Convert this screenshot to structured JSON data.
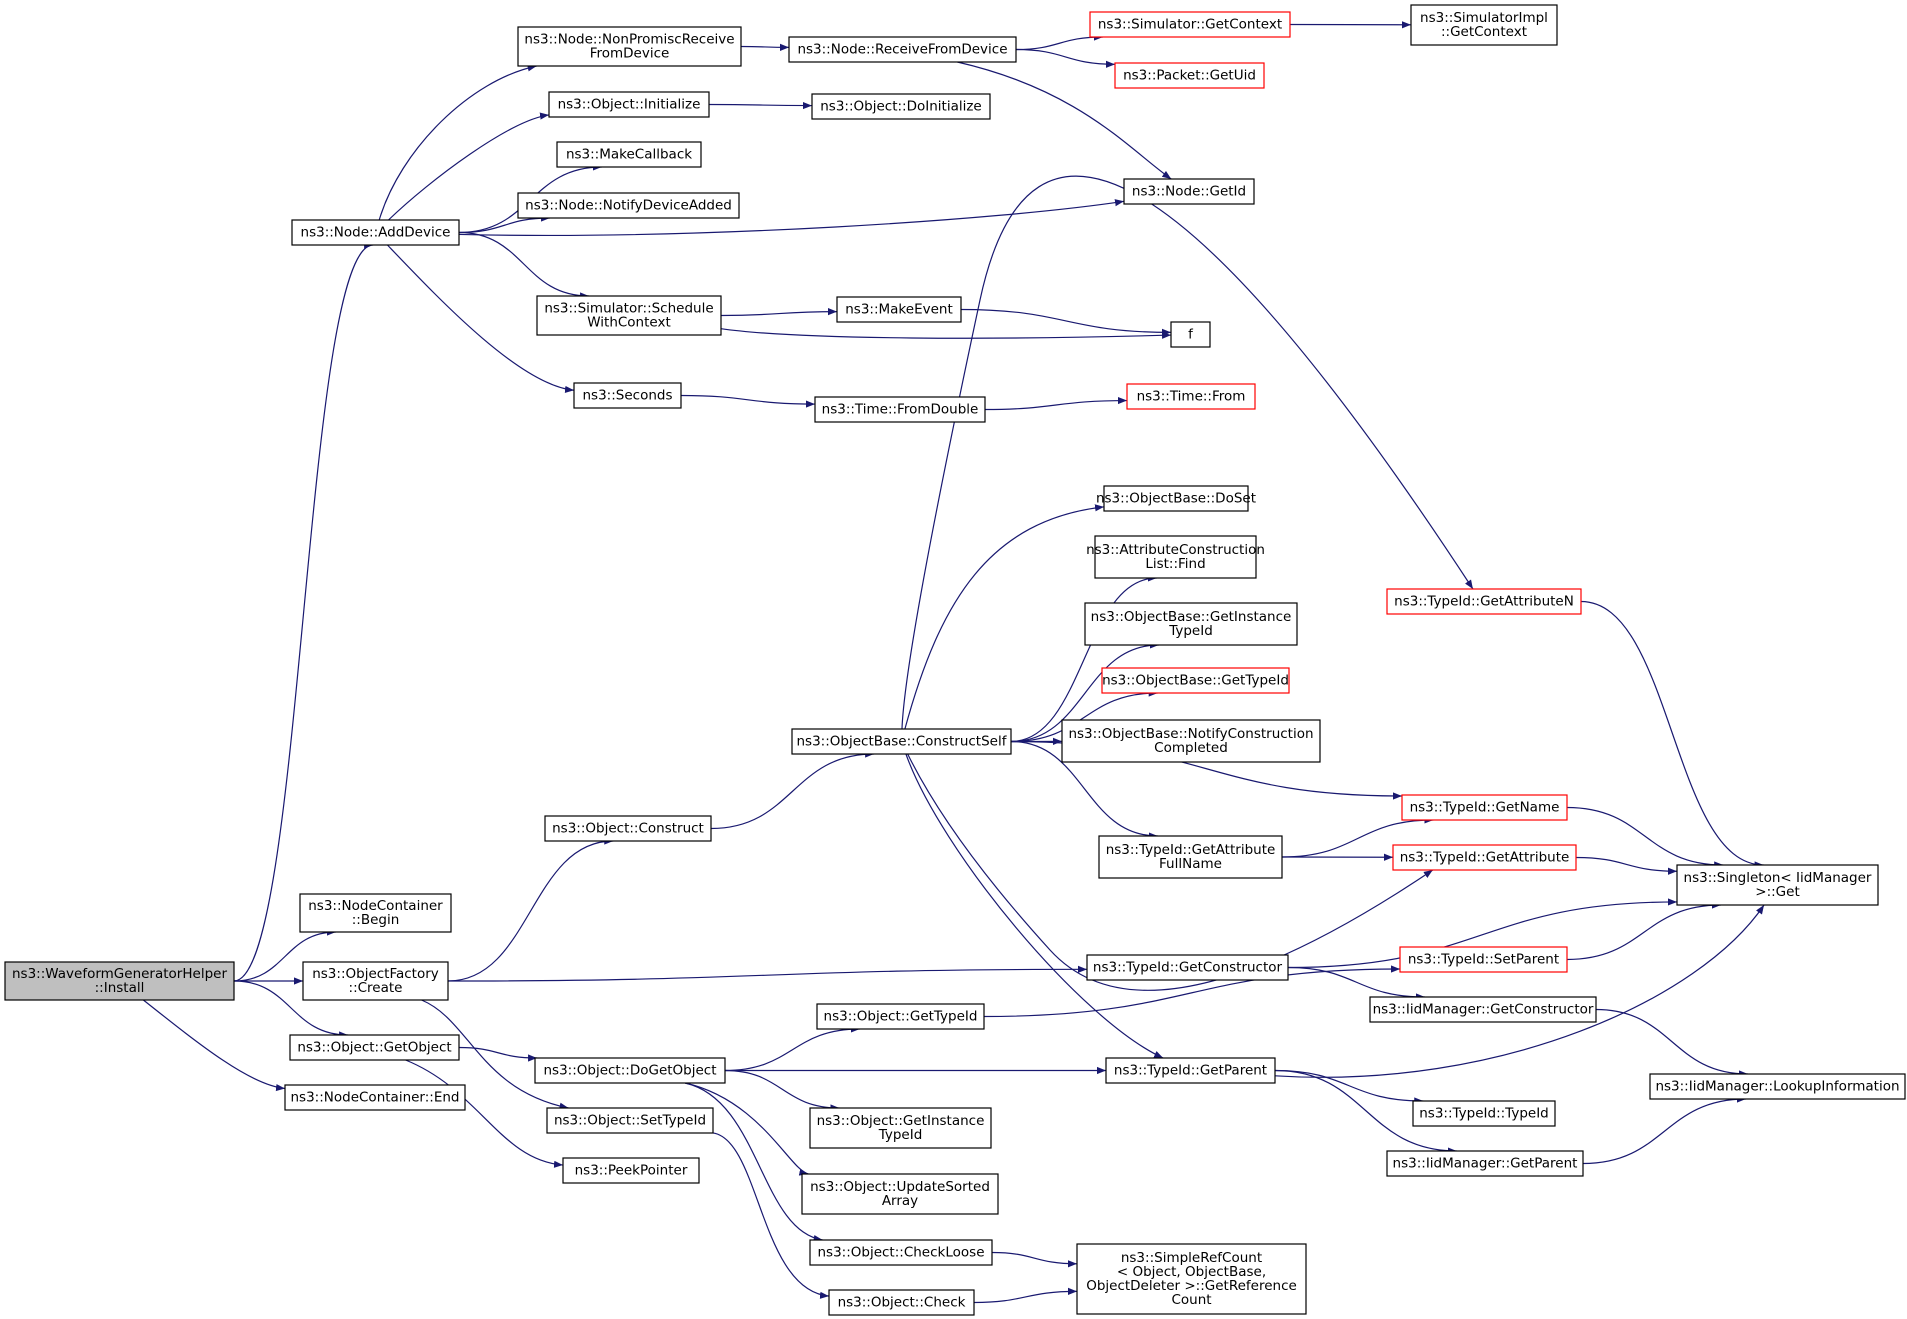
{
  "colors": {
    "edge": "#191970",
    "node_border": "#000000",
    "truncated_node_border": "#ff0000",
    "root_fill": "#bfbfbf"
  },
  "nodes": [
    {
      "id": "root",
      "lines": [
        "ns3::WaveformGeneratorHelper",
        "::Install"
      ],
      "style": "root"
    },
    {
      "id": "adddevice",
      "lines": [
        "ns3::Node::AddDevice"
      ]
    },
    {
      "id": "nc_begin",
      "lines": [
        "ns3::NodeContainer",
        "::Begin"
      ]
    },
    {
      "id": "of_create",
      "lines": [
        "ns3::ObjectFactory",
        "::Create"
      ]
    },
    {
      "id": "getobject",
      "lines": [
        "ns3::Object::GetObject"
      ]
    },
    {
      "id": "nc_end",
      "lines": [
        "ns3::NodeContainer::End"
      ]
    },
    {
      "id": "nonpromisc",
      "lines": [
        "ns3::Node::NonPromiscReceive",
        "FromDevice"
      ]
    },
    {
      "id": "obj_init",
      "lines": [
        "ns3::Object::Initialize"
      ]
    },
    {
      "id": "makecallback",
      "lines": [
        "ns3::MakeCallback"
      ]
    },
    {
      "id": "notifyadded",
      "lines": [
        "ns3::Node::NotifyDeviceAdded"
      ]
    },
    {
      "id": "schedctx",
      "lines": [
        "ns3::Simulator::Schedule",
        "WithContext"
      ]
    },
    {
      "id": "seconds",
      "lines": [
        "ns3::Seconds"
      ]
    },
    {
      "id": "recvfrom",
      "lines": [
        "ns3::Node::ReceiveFromDevice"
      ]
    },
    {
      "id": "doinit",
      "lines": [
        "ns3::Object::DoInitialize"
      ]
    },
    {
      "id": "makeevent",
      "lines": [
        "ns3::MakeEvent"
      ]
    },
    {
      "id": "fromdouble",
      "lines": [
        "ns3::Time::FromDouble"
      ]
    },
    {
      "id": "sim_getctx",
      "lines": [
        "ns3::Simulator::GetContext"
      ],
      "style": "red"
    },
    {
      "id": "simimpl_getctx",
      "lines": [
        "ns3::SimulatorImpl",
        "::GetContext"
      ]
    },
    {
      "id": "getuid",
      "lines": [
        "ns3::Packet::GetUid"
      ],
      "style": "red"
    },
    {
      "id": "node_getid",
      "lines": [
        "ns3::Node::GetId"
      ]
    },
    {
      "id": "f",
      "lines": [
        "f"
      ]
    },
    {
      "id": "time_from",
      "lines": [
        "ns3::Time::From"
      ],
      "style": "red"
    },
    {
      "id": "obj_construct",
      "lines": [
        "ns3::Object::Construct"
      ]
    },
    {
      "id": "constructself",
      "lines": [
        "ns3::ObjectBase::ConstructSelf"
      ]
    },
    {
      "id": "doset",
      "lines": [
        "ns3::ObjectBase::DoSet"
      ]
    },
    {
      "id": "acl_find",
      "lines": [
        "ns3::AttributeConstruction",
        "List::Find"
      ]
    },
    {
      "id": "ob_getinst",
      "lines": [
        "ns3::ObjectBase::GetInstance",
        "TypeId"
      ]
    },
    {
      "id": "ob_gettypeid",
      "lines": [
        "ns3::ObjectBase::GetTypeId"
      ],
      "style": "red"
    },
    {
      "id": "ob_notify",
      "lines": [
        "ns3::ObjectBase::NotifyConstruction",
        "Completed"
      ]
    },
    {
      "id": "getattrN",
      "lines": [
        "ns3::TypeId::GetAttributeN"
      ],
      "style": "red"
    },
    {
      "id": "tid_getname",
      "lines": [
        "ns3::TypeId::GetName"
      ],
      "style": "red"
    },
    {
      "id": "tid_getattrfull",
      "lines": [
        "ns3::TypeId::GetAttribute",
        "FullName"
      ]
    },
    {
      "id": "tid_getattr",
      "lines": [
        "ns3::TypeId::GetAttribute"
      ],
      "style": "red"
    },
    {
      "id": "singleton_get",
      "lines": [
        "ns3::Singleton< IidManager",
        ">::Get"
      ]
    },
    {
      "id": "tid_getctor",
      "lines": [
        "ns3::TypeId::GetConstructor"
      ]
    },
    {
      "id": "tid_setparent",
      "lines": [
        "ns3::TypeId::SetParent"
      ],
      "style": "red"
    },
    {
      "id": "iid_getctor",
      "lines": [
        "ns3::IidManager::GetConstructor"
      ]
    },
    {
      "id": "obj_gettypeid",
      "lines": [
        "ns3::Object::GetTypeId"
      ]
    },
    {
      "id": "dogetobject",
      "lines": [
        "ns3::Object::DoGetObject"
      ]
    },
    {
      "id": "tid_getparent",
      "lines": [
        "ns3::TypeId::GetParent"
      ]
    },
    {
      "id": "iid_lookup",
      "lines": [
        "ns3::IidManager::LookupInformation"
      ]
    },
    {
      "id": "settypeid",
      "lines": [
        "ns3::Object::SetTypeId"
      ]
    },
    {
      "id": "obj_getinst",
      "lines": [
        "ns3::Object::GetInstance",
        "TypeId"
      ]
    },
    {
      "id": "tid_typeid",
      "lines": [
        "ns3::TypeId::TypeId"
      ]
    },
    {
      "id": "iid_getparent",
      "lines": [
        "ns3::IidManager::GetParent"
      ]
    },
    {
      "id": "peekpointer",
      "lines": [
        "ns3::PeekPointer"
      ]
    },
    {
      "id": "updatesorted",
      "lines": [
        "ns3::Object::UpdateSorted",
        "Array"
      ]
    },
    {
      "id": "checkloose",
      "lines": [
        "ns3::Object::CheckLoose"
      ]
    },
    {
      "id": "simplerefcount",
      "lines": [
        "ns3::SimpleRefCount",
        "< Object, ObjectBase,",
        "ObjectDeleter >::GetReference",
        "Count"
      ]
    },
    {
      "id": "check",
      "lines": [
        "ns3::Object::Check"
      ]
    }
  ],
  "edges": [
    [
      "root",
      "adddevice"
    ],
    [
      "root",
      "nc_begin"
    ],
    [
      "root",
      "of_create"
    ],
    [
      "root",
      "getobject"
    ],
    [
      "root",
      "nc_end"
    ],
    [
      "adddevice",
      "nonpromisc"
    ],
    [
      "adddevice",
      "obj_init"
    ],
    [
      "adddevice",
      "makecallback"
    ],
    [
      "adddevice",
      "notifyadded"
    ],
    [
      "adddevice",
      "node_getid"
    ],
    [
      "adddevice",
      "schedctx"
    ],
    [
      "adddevice",
      "seconds"
    ],
    [
      "nonpromisc",
      "recvfrom"
    ],
    [
      "recvfrom",
      "sim_getctx"
    ],
    [
      "recvfrom",
      "getuid"
    ],
    [
      "recvfrom",
      "node_getid"
    ],
    [
      "sim_getctx",
      "simimpl_getctx"
    ],
    [
      "obj_init",
      "doinit"
    ],
    [
      "schedctx",
      "makeevent"
    ],
    [
      "schedctx",
      "f"
    ],
    [
      "makeevent",
      "f"
    ],
    [
      "seconds",
      "fromdouble"
    ],
    [
      "fromdouble",
      "time_from"
    ],
    [
      "of_create",
      "obj_construct"
    ],
    [
      "of_create",
      "tid_getctor"
    ],
    [
      "of_create",
      "settypeid"
    ],
    [
      "obj_construct",
      "constructself"
    ],
    [
      "constructself",
      "getattrN"
    ],
    [
      "constructself",
      "doset"
    ],
    [
      "constructself",
      "acl_find"
    ],
    [
      "constructself",
      "ob_getinst"
    ],
    [
      "constructself",
      "ob_gettypeid"
    ],
    [
      "constructself",
      "ob_notify"
    ],
    [
      "constructself",
      "tid_getname"
    ],
    [
      "constructself",
      "tid_getattrfull"
    ],
    [
      "constructself",
      "tid_getattr"
    ],
    [
      "constructself",
      "tid_getparent"
    ],
    [
      "getattrN",
      "singleton_get"
    ],
    [
      "tid_getname",
      "singleton_get"
    ],
    [
      "tid_getattr",
      "singleton_get"
    ],
    [
      "tid_getattrfull",
      "tid_getname"
    ],
    [
      "tid_getattrfull",
      "tid_getattr"
    ],
    [
      "tid_getctor",
      "singleton_get"
    ],
    [
      "tid_getctor",
      "iid_getctor"
    ],
    [
      "iid_getctor",
      "iid_lookup"
    ],
    [
      "tid_setparent",
      "singleton_get"
    ],
    [
      "getobject",
      "dogetobject"
    ],
    [
      "getobject",
      "peekpointer"
    ],
    [
      "dogetobject",
      "obj_gettypeid"
    ],
    [
      "dogetobject",
      "tid_getparent"
    ],
    [
      "dogetobject",
      "obj_getinst"
    ],
    [
      "dogetobject",
      "updatesorted"
    ],
    [
      "dogetobject",
      "checkloose"
    ],
    [
      "obj_gettypeid",
      "tid_setparent"
    ],
    [
      "tid_getparent",
      "singleton_get"
    ],
    [
      "tid_getparent",
      "tid_typeid"
    ],
    [
      "tid_getparent",
      "iid_getparent"
    ],
    [
      "iid_getparent",
      "iid_lookup"
    ],
    [
      "settypeid",
      "check"
    ],
    [
      "checkloose",
      "simplerefcount"
    ],
    [
      "check",
      "simplerefcount"
    ]
  ]
}
